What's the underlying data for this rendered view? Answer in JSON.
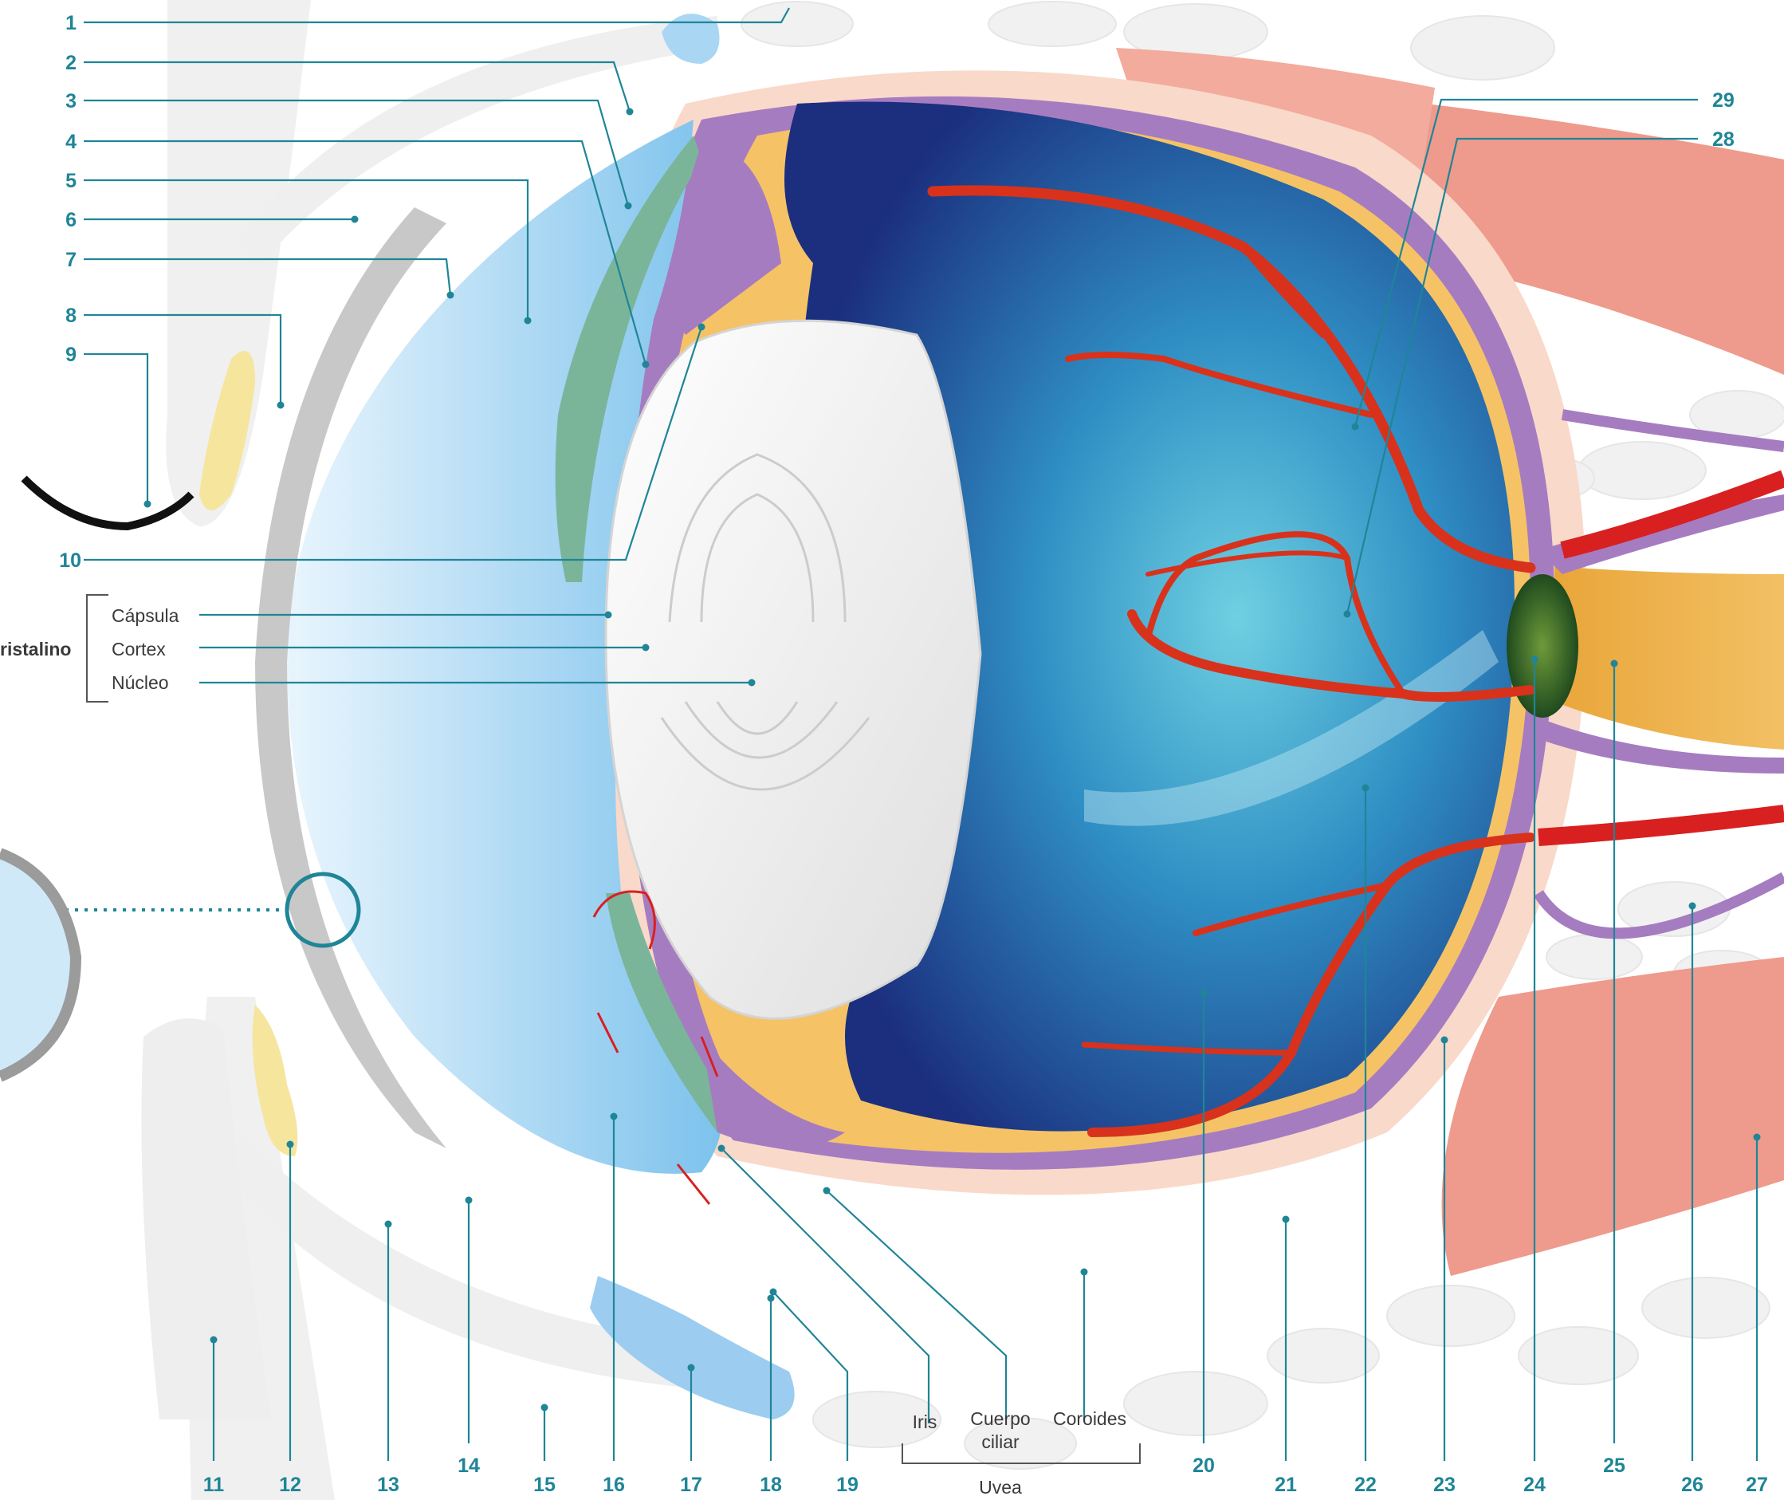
{
  "diagram": {
    "left_labels": [
      "1",
      "2",
      "3",
      "4",
      "5",
      "6",
      "7",
      "8",
      "9",
      "10"
    ],
    "right_labels": [
      "29",
      "28"
    ],
    "bottom_labels": [
      "11",
      "12",
      "13",
      "14",
      "15",
      "16",
      "17",
      "18",
      "19",
      "20",
      "21",
      "22",
      "23",
      "24",
      "25",
      "26",
      "27"
    ],
    "lens_group": {
      "title": "ristalino",
      "parts": [
        "Cápsula",
        "Cortex",
        "Núcleo"
      ]
    },
    "uvea_group": {
      "title": "Uvea",
      "parts": [
        "Iris",
        "Cuerpo",
        "ciliar",
        "Coroides"
      ]
    }
  },
  "colors": {
    "leader": "#1f8597",
    "vitreous_dark": "#1e3a8a",
    "vitreous_light": "#5fc3db",
    "choroid": "#a67cc1",
    "sclera": "#f9d7c8",
    "muscle": "#ee9a8c",
    "optic_nerve": "#e6a540",
    "vessel": "#d82020",
    "aqueous": "#cfe9f8",
    "lens": "#eeeeee"
  }
}
